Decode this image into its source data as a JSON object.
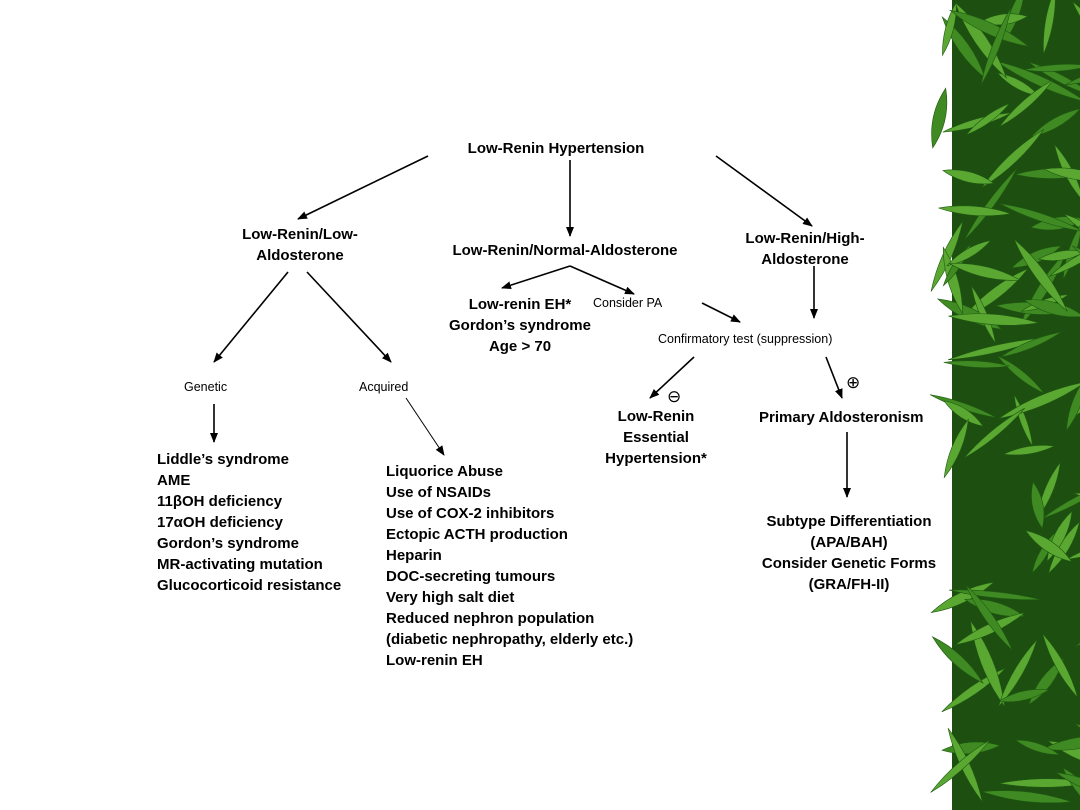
{
  "root": "Low-Renin Hypertension",
  "branches": {
    "low_low": "Low-Renin/Low-Aldosterone",
    "normal": "Low-Renin/Normal-Aldosterone",
    "high": "Low-Renin/High-Aldosterone"
  },
  "normal_branch": {
    "left_lines": [
      "Low-renin EH*",
      "Gordon’s syndrome",
      "Age > 70"
    ],
    "consider_pa": "Consider PA",
    "confirmatory": "Confirmatory test (suppression)",
    "negative_symbol": "⊖",
    "positive_symbol": "⊕",
    "negative_result": "Low-Renin Essential Hypertension*",
    "positive_result": "Primary Aldosteronism"
  },
  "low_low_branch": {
    "genetic": "Genetic",
    "acquired": "Acquired",
    "genetic_causes": [
      "Liddle’s syndrome",
      "AME",
      "11βOH deficiency",
      "17αOH deficiency",
      "Gordon’s syndrome",
      "MR-activating mutation",
      "Glucocorticoid resistance"
    ],
    "acquired_causes": [
      "Liquorice Abuse",
      "Use of NSAIDs",
      "Use of COX-2 inhibitors",
      "Ectopic ACTH production",
      "Heparin",
      "DOC-secreting tumours",
      "Very high salt diet",
      "Reduced nephron population",
      "(diabetic nephropathy, elderly etc.)",
      "Low-renin EH"
    ]
  },
  "pa_followup": [
    "Subtype Differentiation",
    "(APA/BAH)",
    "Consider Genetic Forms",
    "(GRA/FH-II)"
  ],
  "colors": {
    "background": "#ffffff",
    "text": "#000000",
    "bamboo_dark": "#1f5a12",
    "bamboo_light": "#5aa832"
  }
}
